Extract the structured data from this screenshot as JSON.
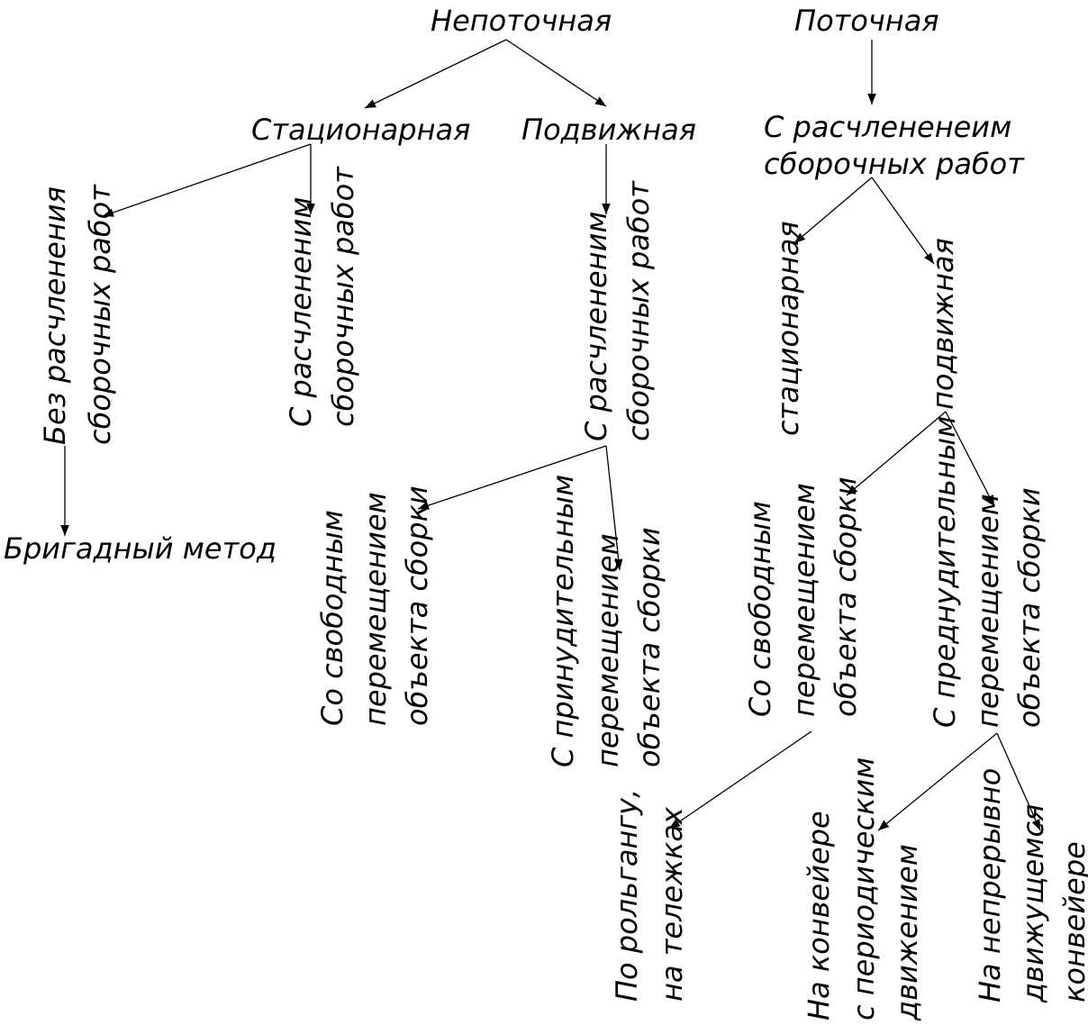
{
  "nodes": {
    "nepotochnaya": "Непоточная",
    "potochnaya": "Поточная",
    "statsionarnaya": "Стационарная",
    "podvizhnaya": "Подвижная",
    "s_raschleneniem_flow_l1": "С расчлененеим",
    "s_raschleneniem_flow_l2": "сборочных работ",
    "bez_rasch_l1": "Без расчленения",
    "bez_rasch_l2": "сборочных работ",
    "s_rasch_stat_l1": "С расчлененим",
    "s_rasch_stat_l2": "сборочных работ",
    "s_rasch_podv_l1": "С расчлененим",
    "s_rasch_podv_l2": "сборочных работ",
    "flow_statsionarnaya": "стационарная",
    "flow_podvizhnaya": "подвижная",
    "brigadny": "Бригадный метод",
    "svobodnym_a_l1": "Со свободным",
    "svobodnym_a_l2": "перемещением",
    "svobodnym_a_l3": "объекта сборки",
    "prinuditelnym_l1": "С принудительным",
    "prinuditelnym_l2": "перемещением",
    "prinuditelnym_l3": "объекта сборки",
    "svobodnym_b_l1": "Со свободным",
    "svobodnym_b_l2": "перемещением",
    "svobodnym_b_l3": "объекта сборки",
    "prednuditelnym_l1": "С преднудительным",
    "prednuditelnym_l2": "перемещением",
    "prednuditelnym_l3": "объекта сборки",
    "rolgang_l1": "По рольгангу,",
    "rolgang_l2": "на тележках",
    "periodic_l1": "На конвейере",
    "periodic_l2": "с периодическим",
    "periodic_l3": "движением",
    "continuous_l1": "На непрерывно",
    "continuous_l2": "движущемся",
    "continuous_l3": "конвейере"
  }
}
